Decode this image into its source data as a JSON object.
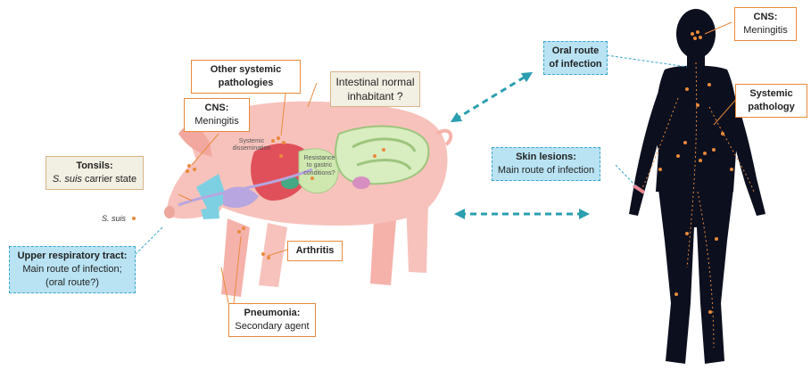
{
  "pig_labels": {
    "other_systemic": {
      "line1": "Other systemic",
      "line2": "pathologies"
    },
    "intestinal": {
      "line1": "Intestinal normal",
      "line2": "inhabitant ?"
    },
    "cns": {
      "title": "CNS:",
      "text": "Meningitis"
    },
    "tonsils": {
      "title": "Tonsils:",
      "italic": "S. suis",
      "text": " carrier state"
    },
    "s_suis": "S. suis",
    "upper_resp": {
      "title": "Upper respiratory tract:",
      "line1": "Main route of infection;",
      "line2": "(oral route?)"
    },
    "arthritis": "Arthritis",
    "pneumonia": {
      "title": "Pneumonia:",
      "text": "Secondary agent"
    },
    "systemic_dissemination": {
      "line1": "Systemic",
      "line2": "dissemination"
    },
    "resistance": {
      "line1": "Resistance",
      "line2": "to gastric",
      "line3": "conditions?"
    }
  },
  "human_labels": {
    "cns": {
      "title": "CNS:",
      "text": "Meningitis"
    },
    "oral_route": {
      "line1": "Oral route",
      "line2": "of infection"
    },
    "systemic": {
      "line1": "Systemic",
      "line2": "pathology"
    },
    "skin": {
      "title": "Skin lesions:",
      "text": "Main route of infection"
    }
  },
  "colors": {
    "pig_body": "#f7c2bc",
    "label_border": "#e98a3b",
    "blue_box": "#b9e3f3",
    "arrow": "#2a9fb0",
    "human": "#0c0f1e",
    "dots": "#e98a3b"
  }
}
